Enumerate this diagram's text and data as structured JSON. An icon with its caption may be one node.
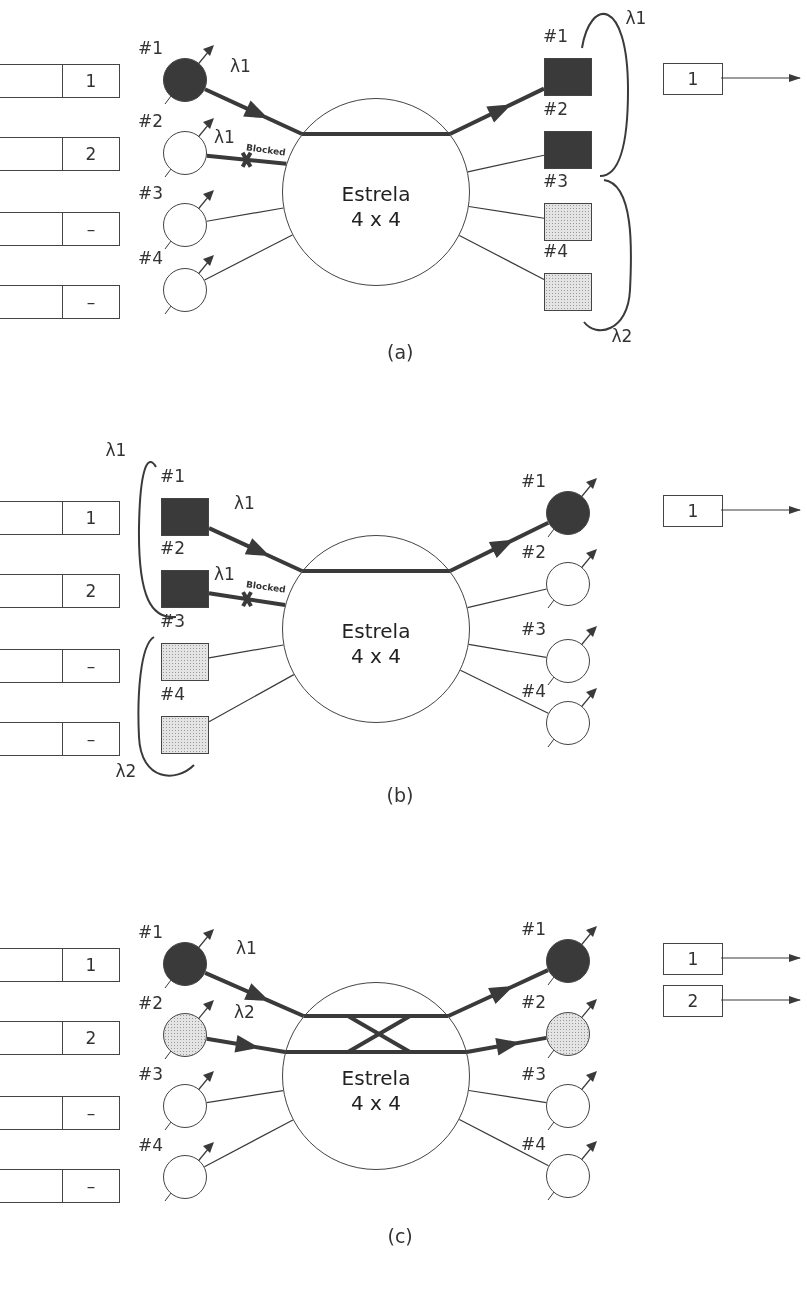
{
  "diagram": {
    "nodes": [
      {
        "text": [
          "1"
        ]
      },
      {
        "text": [
          "2"
        ]
      },
      {
        "text": [
          "–"
        ]
      },
      {
        "text": [
          "–"
        ]
      },
      {
        "text": [
          "#1"
        ]
      },
      {
        "text": [
          "#2"
        ]
      },
      {
        "text": [
          "#3"
        ]
      },
      {
        "text": [
          "#4"
        ]
      },
      {
        "text": [
          "Estrela 4 x 4"
        ]
      },
      {
        "text": [
          "#1"
        ]
      },
      {
        "text": [
          "#2"
        ]
      },
      {
        "text": [
          "#3"
        ]
      },
      {
        "text": [
          "#4"
        ]
      },
      {
        "text": [
          "1"
        ]
      },
      {
        "text": [
          "1"
        ]
      },
      {
        "text": [
          "2"
        ]
      },
      {
        "text": [
          "–"
        ]
      },
      {
        "text": [
          "–"
        ]
      },
      {
        "text": [
          "#1"
        ]
      },
      {
        "text": [
          "#2"
        ]
      },
      {
        "text": [
          "#3"
        ]
      },
      {
        "text": [
          "#4"
        ]
      },
      {
        "text": [
          "Estrela 4 x 4"
        ]
      },
      {
        "text": [
          "#1"
        ]
      },
      {
        "text": [
          "#2"
        ]
      },
      {
        "text": [
          "#3"
        ]
      },
      {
        "text": [
          "#4"
        ]
      },
      {
        "text": [
          "1"
        ]
      },
      {
        "text": [
          "1"
        ]
      },
      {
        "text": [
          "2"
        ]
      },
      {
        "text": [
          "–"
        ]
      },
      {
        "text": [
          "–"
        ]
      },
      {
        "text": [
          "#1"
        ]
      },
      {
        "text": [
          "#2"
        ]
      },
      {
        "text": [
          "#3"
        ]
      },
      {
        "text": [
          "#4"
        ]
      },
      {
        "text": [
          "Estrela 4 x 4"
        ]
      },
      {
        "text": [
          "#1"
        ]
      },
      {
        "text": [
          "#2"
        ]
      },
      {
        "text": [
          "#3"
        ]
      },
      {
        "text": [
          "#4"
        ]
      },
      {
        "text": [
          "1"
        ]
      },
      {
        "text": [
          "2"
        ]
      }
    ],
    "edges": [
      {
        "from": 4,
        "to": 8,
        "arrow": "to",
        "style": "thick",
        "label": "λ1"
      },
      {
        "from": 5,
        "to": 8,
        "arrow": "none",
        "style": "thick",
        "label": "λ1"
      },
      {
        "from": 6,
        "to": 8,
        "arrow": "none"
      },
      {
        "from": 7,
        "to": 8,
        "arrow": "none"
      },
      {
        "from": 8,
        "to": 9,
        "arrow": "to",
        "style": "thick"
      },
      {
        "from": 8,
        "to": 10,
        "arrow": "none"
      },
      {
        "from": 8,
        "to": 11,
        "arrow": "none"
      },
      {
        "from": 8,
        "to": 12,
        "arrow": "none"
      },
      {
        "from": 13,
        "to": null,
        "arrow": "to"
      },
      {
        "from": 18,
        "to": 22,
        "arrow": "to",
        "style": "thick",
        "label": "λ1"
      },
      {
        "from": 19,
        "to": 22,
        "arrow": "none",
        "style": "thick",
        "label": "λ1"
      },
      {
        "from": 20,
        "to": 22,
        "arrow": "none"
      },
      {
        "from": 21,
        "to": 22,
        "arrow": "none"
      },
      {
        "from": 22,
        "to": 23,
        "arrow": "to",
        "style": "thick"
      },
      {
        "from": 22,
        "to": 24,
        "arrow": "none"
      },
      {
        "from": 22,
        "to": 25,
        "arrow": "none"
      },
      {
        "from": 22,
        "to": 26,
        "arrow": "none"
      },
      {
        "from": 27,
        "to": null,
        "arrow": "to"
      },
      {
        "from": 32,
        "to": 36,
        "arrow": "to",
        "style": "thick",
        "label": "λ1"
      },
      {
        "from": 33,
        "to": 36,
        "arrow": "to",
        "style": "thick",
        "label": "λ2"
      },
      {
        "from": 34,
        "to": 36,
        "arrow": "none"
      },
      {
        "from": 35,
        "to": 36,
        "arrow": "none"
      },
      {
        "from": 36,
        "to": 37,
        "arrow": "to",
        "style": "thick"
      },
      {
        "from": 36,
        "to": 38,
        "arrow": "to",
        "style": "thick"
      },
      {
        "from": 36,
        "to": 39,
        "arrow": "none"
      },
      {
        "from": 36,
        "to": 40,
        "arrow": "none"
      },
      {
        "from": 41,
        "to": null,
        "arrow": "to"
      },
      {
        "from": 42,
        "to": null,
        "arrow": "to"
      }
    ],
    "labels": [
      "λ1",
      "Blocked",
      "λ2",
      "(a)",
      "λ1",
      "Blocked",
      "λ2",
      "(b)",
      "(c)"
    ]
  }
}
